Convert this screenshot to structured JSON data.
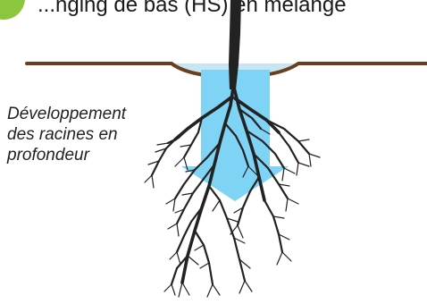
{
  "header": {
    "text": "...nging de bas (HS) en mélange"
  },
  "caption": {
    "lines": [
      "Développement",
      "des racines en",
      "profondeur"
    ]
  },
  "colors": {
    "soil_line": "#6b3f1d",
    "arrow": "#7fd3f5",
    "root": "#222222",
    "badge": "#8cc63f"
  },
  "icons": {
    "trunk": "tree-trunk-icon",
    "roots": "root-system-icon",
    "arrow": "downward-arrow-icon"
  }
}
